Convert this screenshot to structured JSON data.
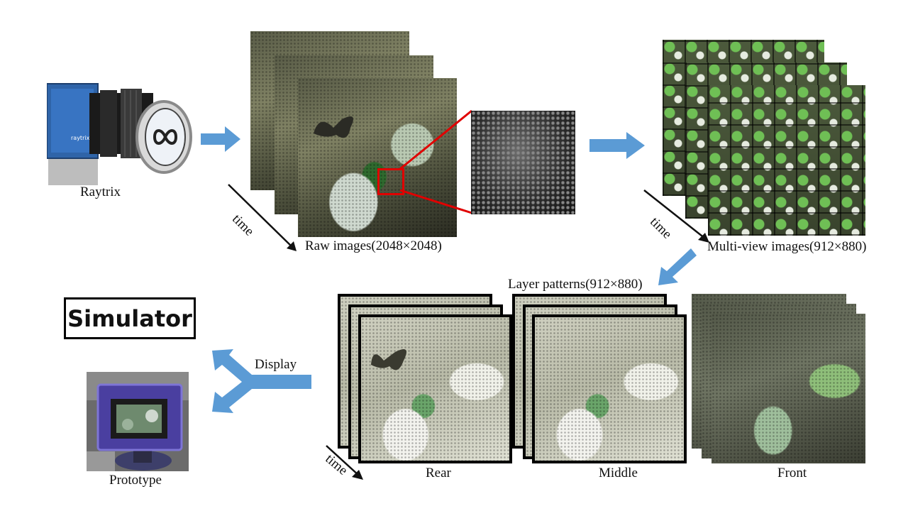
{
  "labels": {
    "camera": "Raytrix",
    "raw_images": "Raw images(2048×2048)",
    "multiview_images": "Multi-view images(912×880)",
    "layer_patterns": "Layer patterns(912×880)",
    "time_raw": "time",
    "time_multiview": "time",
    "time_layers": "time",
    "display": "Display",
    "prototype": "Prototype",
    "rear": "Rear",
    "middle": "Middle",
    "front": "Front"
  },
  "simulator_box": "Simulator",
  "camera_brand": "raytrix",
  "colors": {
    "arrow": "#5b9bd5",
    "highlight": "#e00000",
    "camera_body": "#2f64a8"
  },
  "icons": [
    "camera",
    "lens-logo",
    "flow-arrow",
    "time-arrow",
    "zoom-box",
    "prototype-display"
  ]
}
